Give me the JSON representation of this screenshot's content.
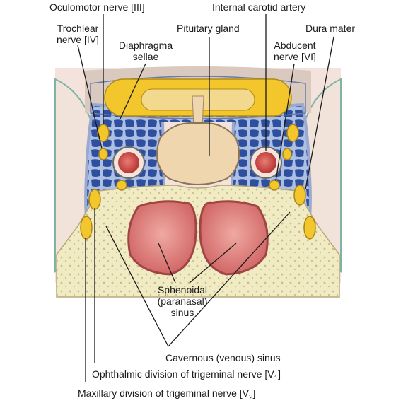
{
  "labels": {
    "oculomotor": "Oculomotor nerve [III]",
    "internal_carotid": "Internal carotid artery",
    "trochlear": "Trochlear\nnerve [IV]",
    "diaphragma": "Diaphragma\nsellae",
    "pituitary": "Pituitary gland",
    "abducent": "Abducent\nnerve  [VI]",
    "dura": "Dura mater",
    "sphenoidal": "Sphenoidal\n(paranasal)\nsinus",
    "cavernous": "Cavernous (venous) sinus",
    "ophthalmic_prefix": "Ophthalmic division of trigeminal nerve [V",
    "ophthalmic_sub": "1",
    "ophthalmic_suffix": "]",
    "maxillary_prefix": "Maxillary division of trigeminal nerve [V",
    "maxillary_sub": "2",
    "maxillary_suffix": "]"
  },
  "colors": {
    "sinus_blue": "#2e4f9e",
    "septa": "#aebfe4",
    "dura": "#b8c3dc",
    "nerve_yellow": "#f3c62c",
    "gland": "#f0d6ae",
    "bone": "#f1ebc4",
    "paranasal": "#d96e6e",
    "artery_red": "#c83b3b",
    "background_tissue": "#f4e3dc"
  }
}
